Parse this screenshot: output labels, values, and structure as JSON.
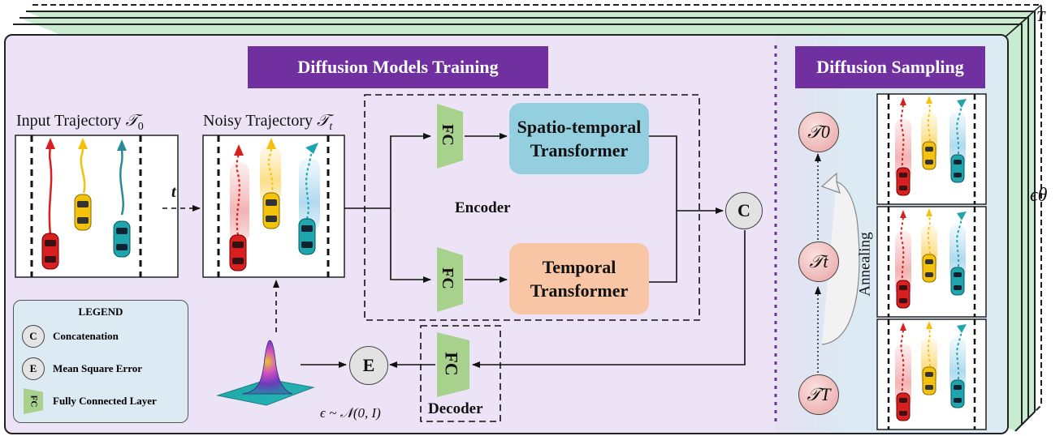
{
  "training": {
    "title": "Diffusion Models Training",
    "input_label": "Input Trajectory",
    "noisy_label": "Noisy Trajectory",
    "t_label": "t",
    "encoder_label": "Encoder",
    "decoder_label": "Decoder",
    "fc_label": "FC",
    "spatio_block": "Spatio-temporal Transformer",
    "temporal_block": "Temporal Transformer",
    "concat_symbol": "C",
    "mse_symbol": "E",
    "noise_formula": "ϵ ~ 𝒩(0, I)"
  },
  "sampling": {
    "title": "Diffusion Sampling",
    "states": [
      "𝒯0",
      "𝒯t",
      "𝒯T"
    ],
    "annealing_label": "Annealing"
  },
  "stack": {
    "t_label": "T",
    "epsilon_label": "ϵθ"
  },
  "legend": {
    "title": "LEGEND",
    "items": [
      {
        "symbol": "C",
        "label": "Concatenation"
      },
      {
        "symbol": "E",
        "label": "Mean Square Error"
      },
      {
        "symbol": "FC",
        "label": "Fully Connected Layer"
      }
    ]
  },
  "colors": {
    "panel": "#ede3f6",
    "sampling_panel": "#dbeaf3",
    "banner": "#7030a0",
    "spatio": "#93cfdf",
    "temporal": "#f8c6a4",
    "fc": "#a9d18e",
    "divider": "#7030a0",
    "car_red": "#d92020",
    "car_yellow": "#f4c20d",
    "car_teal": "#1ea5ad"
  }
}
